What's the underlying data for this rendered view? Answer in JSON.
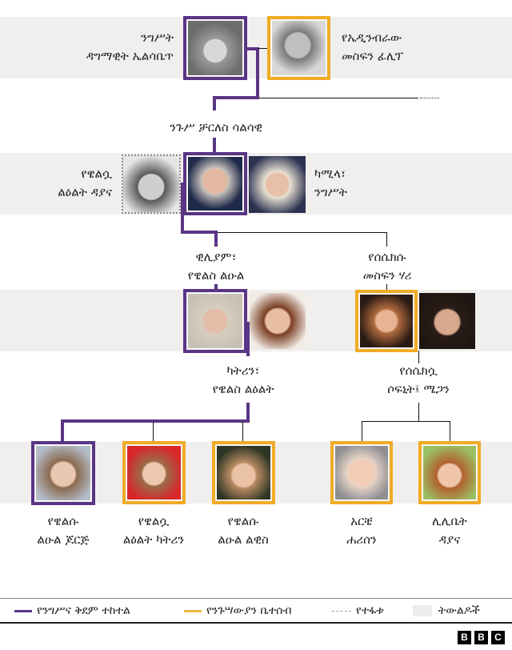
{
  "people": {
    "elizabeth": {
      "line1": "ንግሥት",
      "line2": "ዳግማዊት ኤልሳቤጥ",
      "frame": "succession"
    },
    "philip": {
      "line1": "የኤዲንብራው",
      "line2": "መስፍን ፊሊፕ",
      "frame": "royal-family"
    },
    "charles": {
      "line1": "ንጉሥ ቻርለስ ሳልሳዊ",
      "frame": "succession"
    },
    "diana": {
      "line1": "የዌልሷ",
      "line2": "ልዕልት ዳያና",
      "frame": "deceased"
    },
    "camilla": {
      "line1": "ካሚላ፣",
      "line2": "ንግሥት",
      "frame": "none"
    },
    "william": {
      "line1": "ዊሊያም፣",
      "line2": "የዌልስ ልዑል",
      "frame": "succession"
    },
    "kate": {
      "line1": "ካትሪን፣",
      "line2": "የዌልስ ልዕልት",
      "frame": "none"
    },
    "harry": {
      "line1": "የሰሴክሱ",
      "line2": "መስፍን ሃሪ",
      "frame": "royal-family"
    },
    "meghan": {
      "line1": "የሰሴክሷ",
      "line2": "ሶፍኒት፤ ሜጋን",
      "frame": "none"
    },
    "george": {
      "line1": "የዌልሱ",
      "line2": "ልዑል ጆርጅ",
      "frame": "succession"
    },
    "charlotte": {
      "line1": "የዌልሷ",
      "line2": "ልዕልት ካትሪን",
      "frame": "royal-family"
    },
    "louis": {
      "line1": "የዌልሱ",
      "line2": "ልዑል ልዊስ",
      "frame": "royal-family"
    },
    "archie": {
      "line1": "አርቼ",
      "line2": "ሐሪሰን",
      "frame": "royal-family"
    },
    "lilibet": {
      "line1": "ሊሊቤት",
      "line2": "ዳያና",
      "frame": "royal-family"
    }
  },
  "legend": {
    "succession": "የንግሥና ቅደም ተከተል",
    "royal_family": "የንጉሣውያን ቤተሰብ",
    "deceased": "የተፋቱ",
    "generations": "ትውልዶች"
  },
  "colors": {
    "succession": "#5a3586",
    "royal_family": "#f0ac27",
    "band": "#f1efed",
    "connector": "#111111"
  },
  "branding": {
    "b1": "B",
    "b2": "B",
    "b3": "C"
  }
}
